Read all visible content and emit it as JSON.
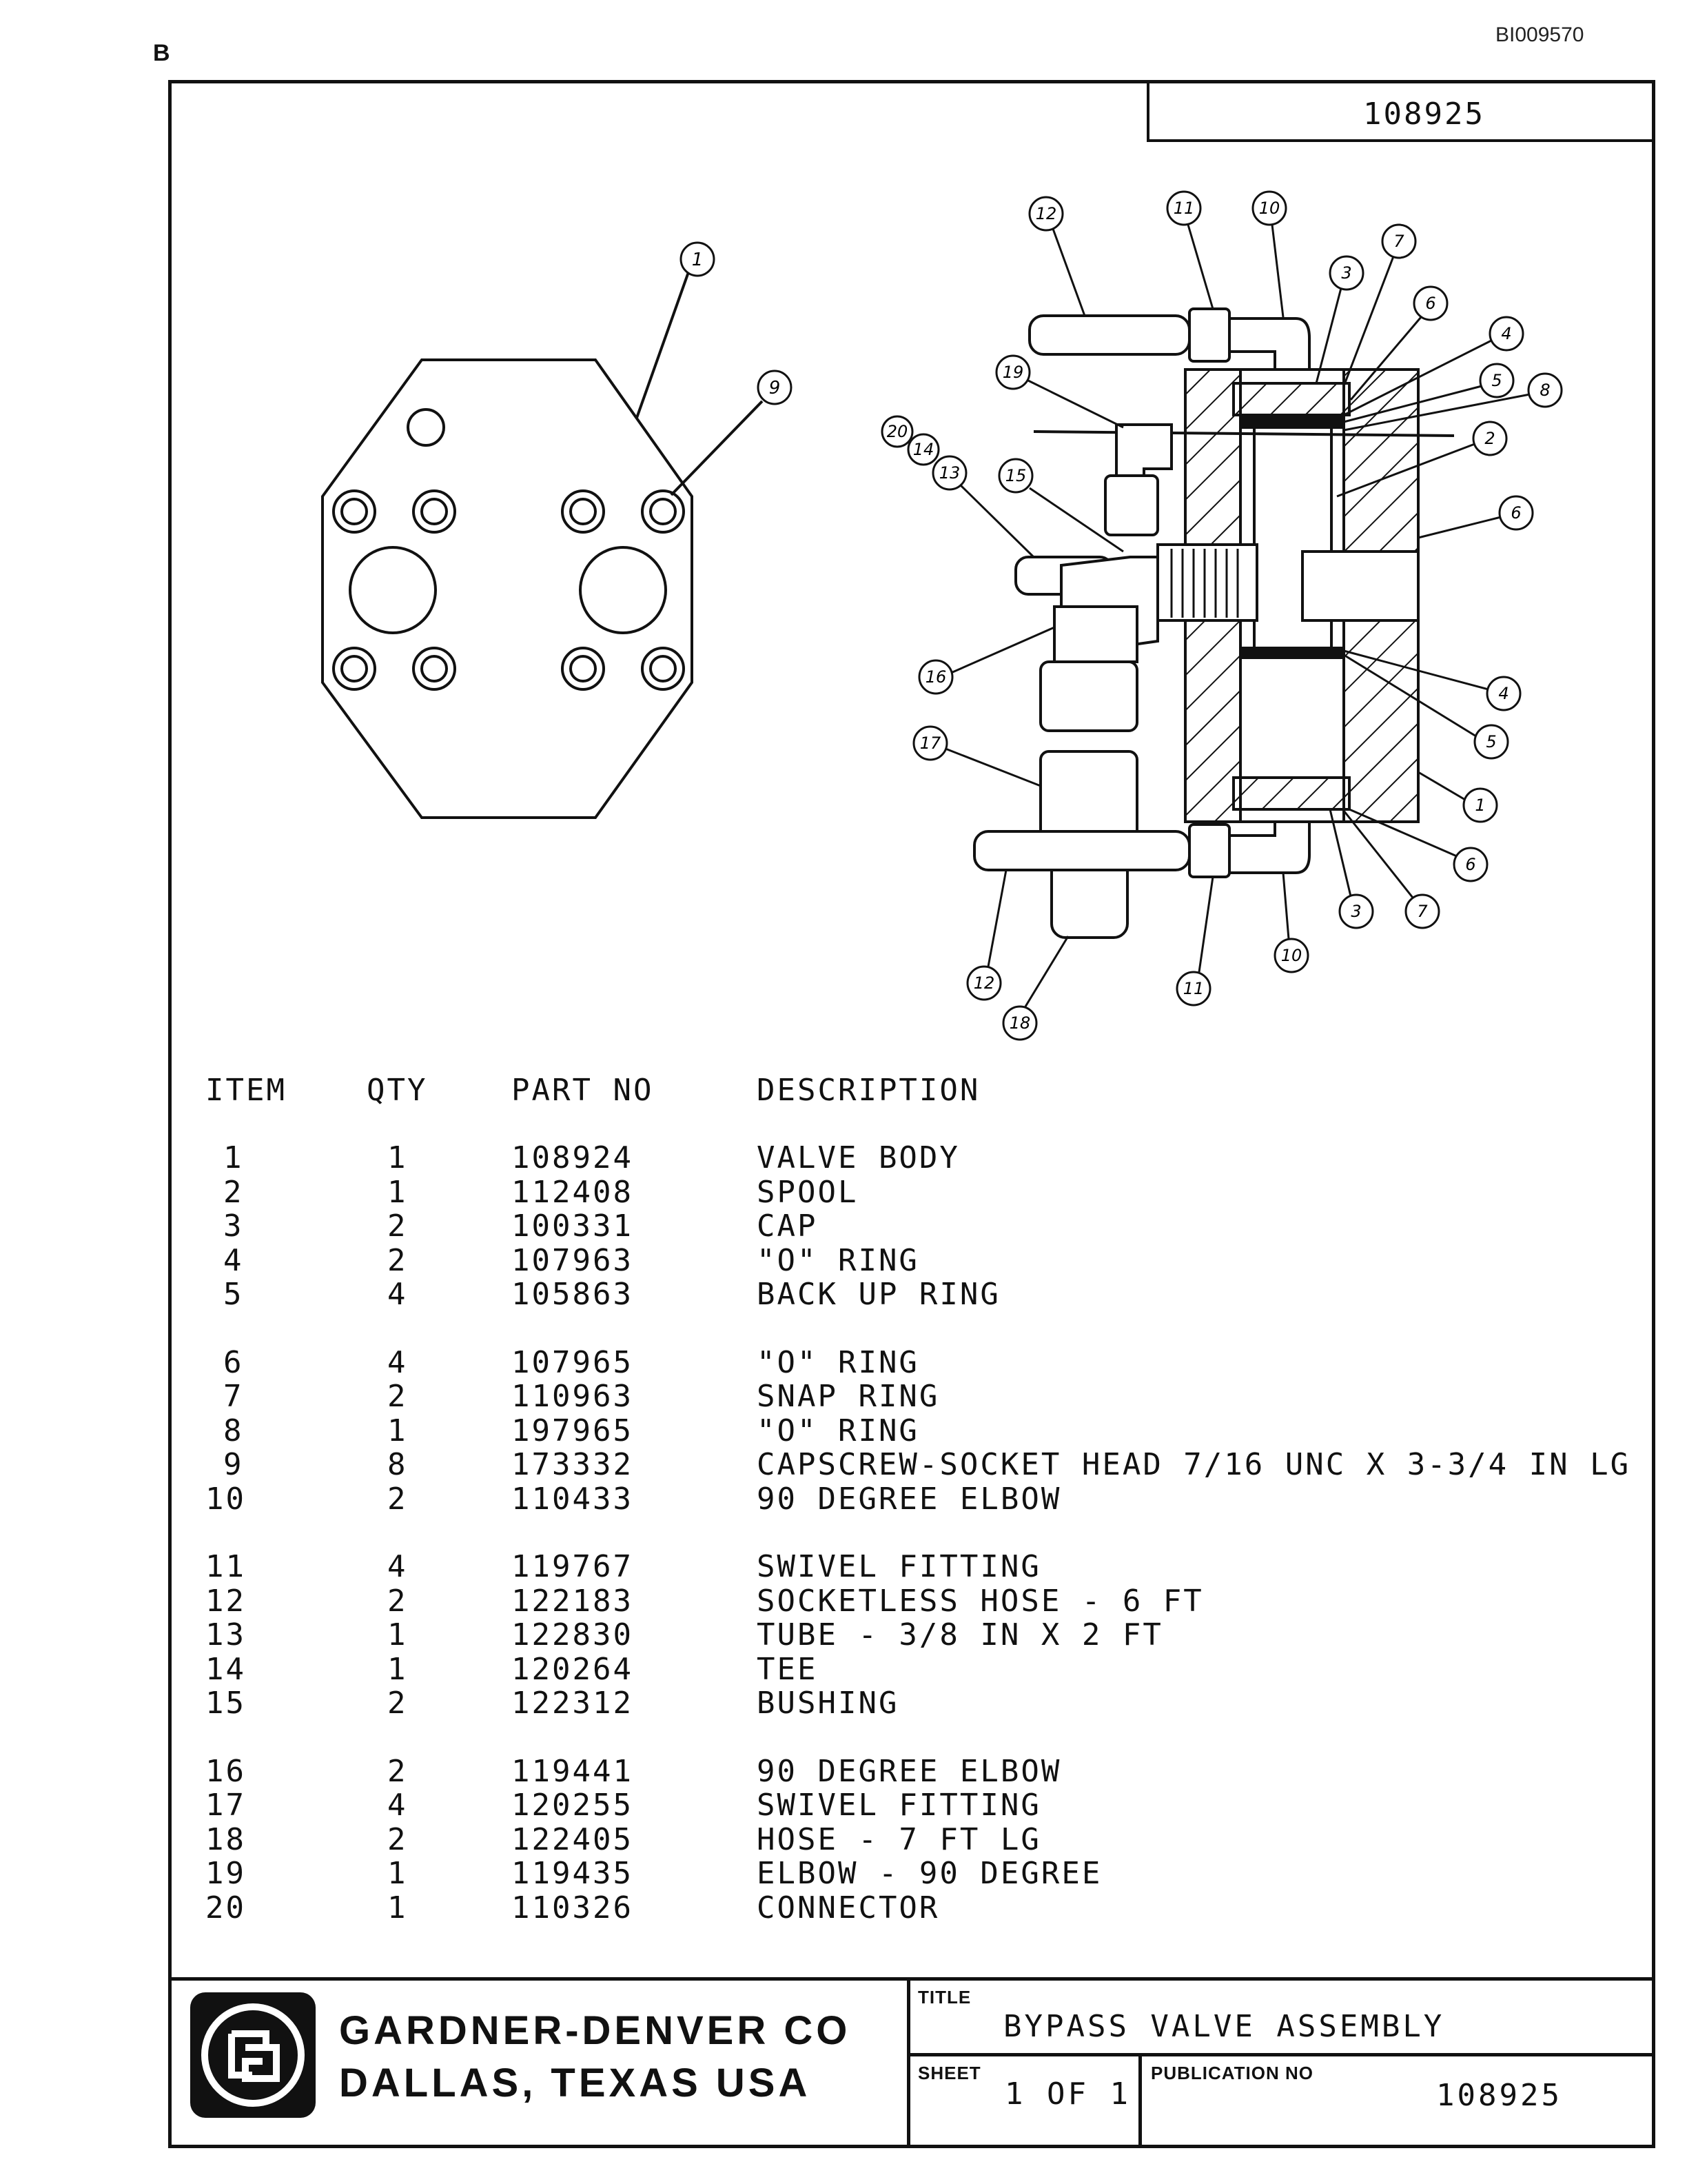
{
  "document": {
    "doc_id": "BI009570",
    "corner_mark": "B",
    "drawing_number": "108925"
  },
  "callouts": {
    "plate": [
      "1",
      "9"
    ],
    "section": [
      "12",
      "11",
      "10",
      "3",
      "7",
      "6",
      "4",
      "5",
      "8",
      "19",
      "20",
      "14",
      "13",
      "15",
      "2",
      "6",
      "16",
      "4",
      "5",
      "17",
      "1",
      "6",
      "3",
      "7",
      "10",
      "12",
      "11",
      "18"
    ]
  },
  "table": {
    "headers": {
      "item": "ITEM",
      "qty": "QTY",
      "part_no": "PART NO",
      "description": "DESCRIPTION"
    },
    "rows": [
      {
        "item": "1",
        "qty": "1",
        "part_no": "108924",
        "description": "VALVE BODY"
      },
      {
        "item": "2",
        "qty": "1",
        "part_no": "112408",
        "description": "SPOOL"
      },
      {
        "item": "3",
        "qty": "2",
        "part_no": "100331",
        "description": "CAP"
      },
      {
        "item": "4",
        "qty": "2",
        "part_no": "107963",
        "description": "\"O\" RING"
      },
      {
        "item": "5",
        "qty": "4",
        "part_no": "105863",
        "description": "BACK UP RING"
      },
      {
        "item": "6",
        "qty": "4",
        "part_no": "107965",
        "description": "\"O\" RING"
      },
      {
        "item": "7",
        "qty": "2",
        "part_no": "110963",
        "description": "SNAP RING"
      },
      {
        "item": "8",
        "qty": "1",
        "part_no": "197965",
        "description": "\"O\" RING"
      },
      {
        "item": "9",
        "qty": "8",
        "part_no": "173332",
        "description": "CAPSCREW-SOCKET HEAD 7/16 UNC X 3-3/4 IN LG"
      },
      {
        "item": "10",
        "qty": "2",
        "part_no": "110433",
        "description": "90 DEGREE ELBOW"
      },
      {
        "item": "11",
        "qty": "4",
        "part_no": "119767",
        "description": "SWIVEL FITTING"
      },
      {
        "item": "12",
        "qty": "2",
        "part_no": "122183",
        "description": "SOCKETLESS HOSE - 6 FT"
      },
      {
        "item": "13",
        "qty": "1",
        "part_no": "122830",
        "description": "TUBE - 3/8 IN X 2 FT"
      },
      {
        "item": "14",
        "qty": "1",
        "part_no": "120264",
        "description": "TEE"
      },
      {
        "item": "15",
        "qty": "2",
        "part_no": "122312",
        "description": "BUSHING"
      },
      {
        "item": "16",
        "qty": "2",
        "part_no": "119441",
        "description": "90 DEGREE ELBOW"
      },
      {
        "item": "17",
        "qty": "4",
        "part_no": "120255",
        "description": "SWIVEL FITTING"
      },
      {
        "item": "18",
        "qty": "2",
        "part_no": "122405",
        "description": "HOSE - 7 FT LG"
      },
      {
        "item": "19",
        "qty": "1",
        "part_no": "119435",
        "description": "ELBOW - 90 DEGREE"
      },
      {
        "item": "20",
        "qty": "1",
        "part_no": "110326",
        "description": "CONNECTOR"
      }
    ]
  },
  "title_block": {
    "company": "GARDNER-DENVER CO",
    "location": "DALLAS, TEXAS USA",
    "title_label": "TITLE",
    "title": "BYPASS VALVE ASSEMBLY",
    "sheet_label": "SHEET",
    "sheet": "1 OF 1",
    "publication_label": "PUBLICATION NO",
    "publication_no": "108925",
    "logo_icon": "gardner-denver-logo-icon"
  }
}
